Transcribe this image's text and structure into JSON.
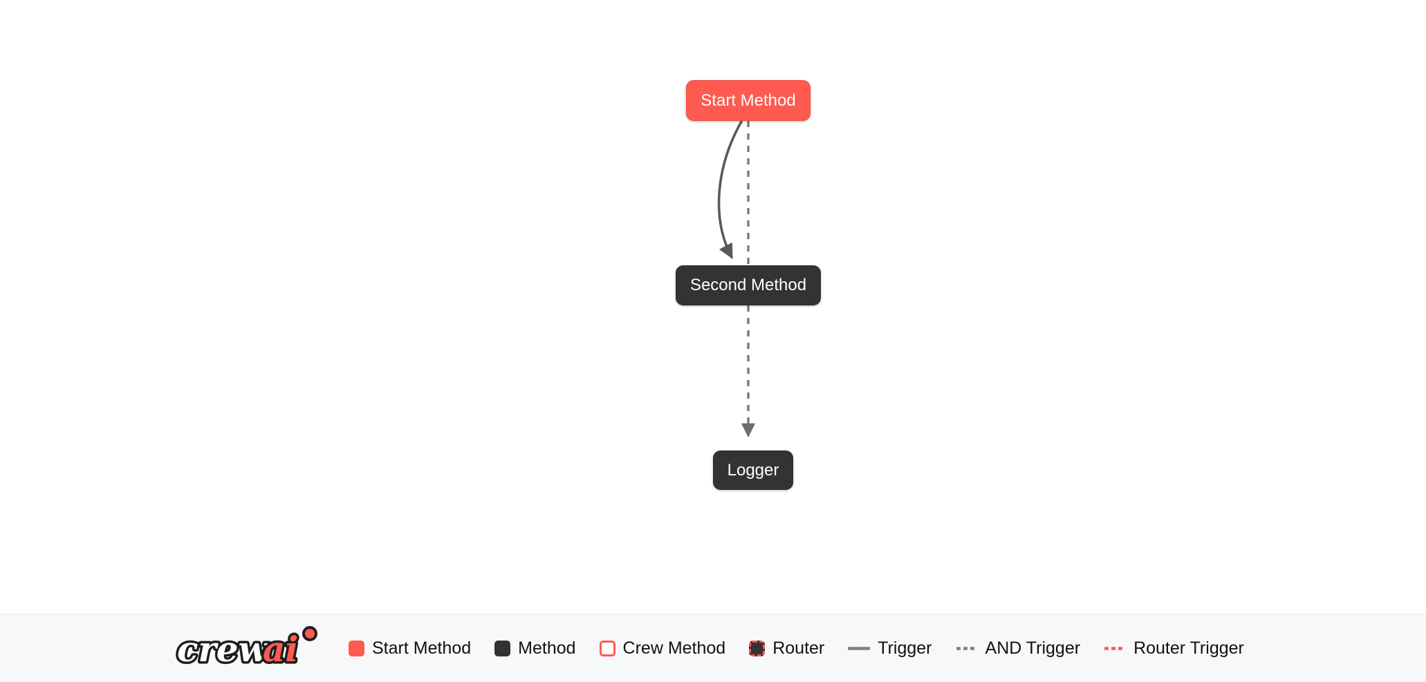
{
  "canvas": {
    "background_color": "#ffffff",
    "nodes": [
      {
        "id": "start-method",
        "label": "Start Method",
        "type": "start",
        "fill": "#ff5a50",
        "text_color": "#ffffff"
      },
      {
        "id": "second-method",
        "label": "Second Method",
        "type": "method",
        "fill": "#333333",
        "text_color": "#ffffff"
      },
      {
        "id": "logger",
        "label": "Logger",
        "type": "method",
        "fill": "#333333",
        "text_color": "#ffffff"
      }
    ],
    "edges": [
      {
        "id": "start-to-second-trigger",
        "from": "start-method",
        "to": "second-method",
        "style": "solid",
        "color": "#595959",
        "kind": "Trigger"
      },
      {
        "id": "start-to-second-and",
        "from": "start-method",
        "to": "second-method",
        "style": "dashed",
        "color": "#7a7a7a",
        "kind": "AND Trigger"
      },
      {
        "id": "second-to-logger-and",
        "from": "second-method",
        "to": "logger",
        "style": "dashed",
        "color": "#7a7a7a",
        "kind": "AND Trigger"
      }
    ]
  },
  "legend": {
    "background_color": "#f7f8fa",
    "logo": {
      "name": "crewai-logo",
      "text_primary": "crew",
      "text_accent": "ai",
      "accent_color": "#ff5a50"
    },
    "items": [
      {
        "key": "start-method",
        "label": "Start Method",
        "marker": "square-filled",
        "color": "#ff5a50"
      },
      {
        "key": "method",
        "label": "Method",
        "marker": "square-filled",
        "color": "#333333"
      },
      {
        "key": "crew-method",
        "label": "Crew Method",
        "marker": "square-outline",
        "color": "#ff5a50"
      },
      {
        "key": "router",
        "label": "Router",
        "marker": "square-dashed",
        "color": "#ff5a50"
      },
      {
        "key": "trigger",
        "label": "Trigger",
        "marker": "line-solid",
        "color": "#808080"
      },
      {
        "key": "and-trigger",
        "label": "AND Trigger",
        "marker": "line-dashed",
        "color": "#808080"
      },
      {
        "key": "router-trigger",
        "label": "Router Trigger",
        "marker": "line-dashed",
        "color": "#ff5a50"
      }
    ]
  }
}
